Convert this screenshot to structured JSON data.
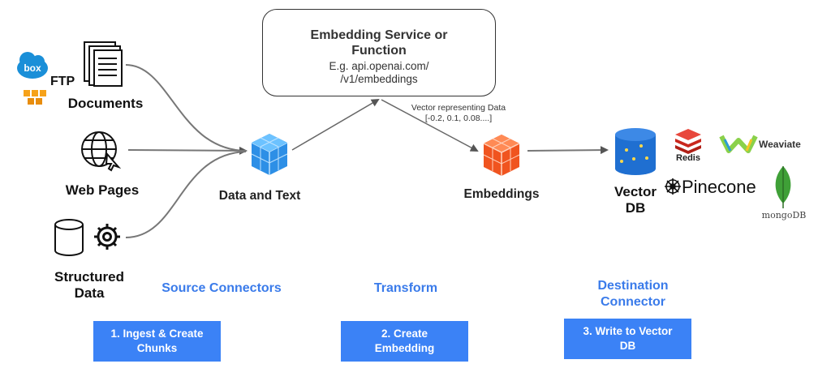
{
  "sources": {
    "documents_label": "Documents",
    "ftp_label": "FTP",
    "box_label": "box",
    "web_pages_label": "Web Pages",
    "structured_data_label": "Structured\nData"
  },
  "service": {
    "title": "Embedding Service or\nFunction",
    "example": "E.g. api.openai.com/\n/v1/embeddings"
  },
  "vector_note": "Vector representing Data\n[-0.2, 0.1, 0.08....]",
  "nodes": {
    "data_text": "Data and Text",
    "embeddings": "Embeddings",
    "vector_db": "Vector\nDB"
  },
  "destinations": {
    "redis": "Redis",
    "weaviate": "Weaviate",
    "pinecone": "Pinecone",
    "mongodb": "mongoDB"
  },
  "stages": {
    "source": "Source Connectors",
    "transform": "Transform",
    "destination": "Destination\nConnector"
  },
  "steps": {
    "step1": "1. Ingest & Create\nChunks",
    "step2": "2. Create\nEmbedding",
    "step3": "3. Write to Vector\nDB"
  },
  "colors": {
    "stage_blue": "#3a7bea",
    "step_bg": "#3b82f6",
    "cube_blue": "#3aa0f0",
    "cube_orange": "#f56a2c",
    "db_blue": "#1f6fd1",
    "redis_red": "#d52b1e",
    "weaviate_green": "#8ad14a",
    "mongo_green": "#3fa037"
  }
}
